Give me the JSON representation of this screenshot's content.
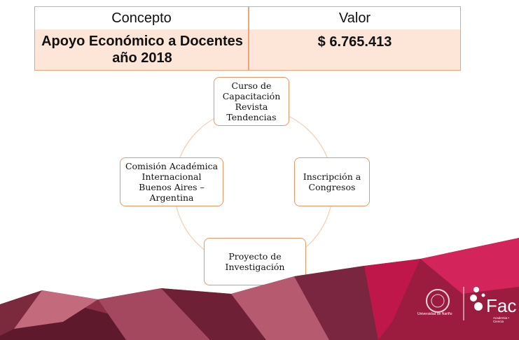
{
  "table": {
    "header": [
      "Concepto",
      "Valor"
    ],
    "row": {
      "concept": "Apoyo Económico a Docentes año 2018",
      "value": "$ 6.765.413"
    }
  },
  "cycle": {
    "nodes": [
      {
        "label": "Curso de\nCapacitación\nRevista\nTendencias"
      },
      {
        "label": "Inscripción a\nCongresos"
      },
      {
        "label": "Proyecto de\nInvestigación"
      },
      {
        "label": "Comisión Académica\nInternacional\nBuenos Aires –\nArgentina"
      }
    ]
  },
  "footer": {
    "university_name": "Universidad de Nariño",
    "brand_text": "Fac",
    "brand_tagline": "Academia • Ciencia"
  },
  "colors": {
    "table_border": "#e8a67a",
    "table_row_bg": "#fde5d8",
    "node_border": "#e59a66",
    "ring": "#f0c7a9",
    "footer_dark": "#5e1a2c",
    "footer_accent": "#c0174a"
  }
}
